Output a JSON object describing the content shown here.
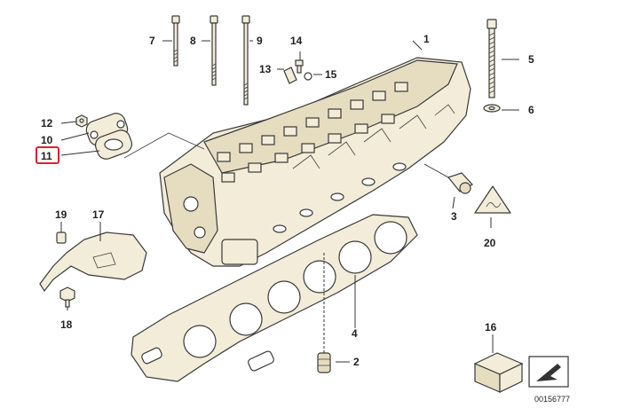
{
  "diagram": {
    "document_number": "00156777",
    "highlighted_callout": "11",
    "callouts": [
      {
        "id": "1",
        "label": "1",
        "part": "cylinder-head"
      },
      {
        "id": "2",
        "label": "2",
        "part": "sleeve"
      },
      {
        "id": "3",
        "label": "3",
        "part": "temperature-sensor"
      },
      {
        "id": "4",
        "label": "4",
        "part": "head-gasket"
      },
      {
        "id": "5",
        "label": "5",
        "part": "head-bolt"
      },
      {
        "id": "6",
        "label": "6",
        "part": "washer"
      },
      {
        "id": "7",
        "label": "7",
        "part": "stud-short"
      },
      {
        "id": "8",
        "label": "8",
        "part": "stud-medium"
      },
      {
        "id": "9",
        "label": "9",
        "part": "stud-long"
      },
      {
        "id": "10",
        "label": "10",
        "part": "cover-plate"
      },
      {
        "id": "11",
        "label": "11",
        "part": "gasket-small"
      },
      {
        "id": "12",
        "label": "12",
        "part": "nut"
      },
      {
        "id": "13",
        "label": "13",
        "part": "plug-screw"
      },
      {
        "id": "14",
        "label": "14",
        "part": "screw"
      },
      {
        "id": "15",
        "label": "15",
        "part": "seal-ring"
      },
      {
        "id": "16",
        "label": "16",
        "part": "repair-kit-box"
      },
      {
        "id": "17",
        "label": "17",
        "part": "bracket"
      },
      {
        "id": "18",
        "label": "18",
        "part": "bolt"
      },
      {
        "id": "19",
        "label": "19",
        "part": "clip"
      },
      {
        "id": "20",
        "label": "20",
        "part": "warning-label"
      }
    ]
  }
}
